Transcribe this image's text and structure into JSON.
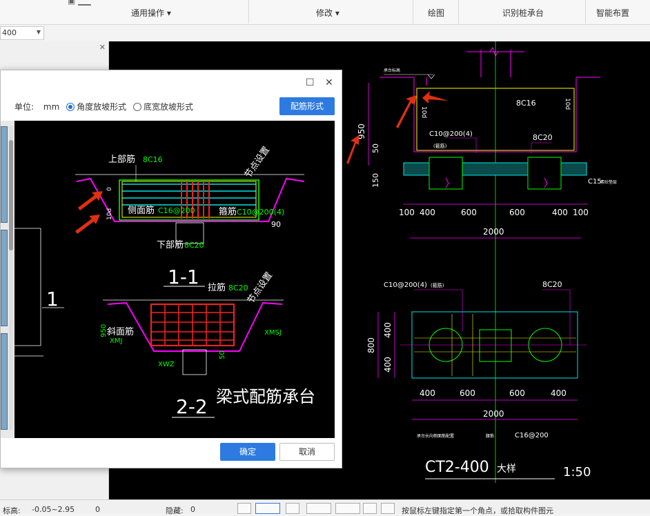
{
  "ribbon": {
    "groups": [
      "通用操作",
      "修改",
      "绘图",
      "识别桩承台",
      "智能布置"
    ]
  },
  "combo": {
    "value": "400"
  },
  "dialog": {
    "unit_label": "单位:",
    "unit_value": "mm",
    "option1": "角度放坡形式",
    "option2": "底宽放坡形式",
    "rebar_button": "配筋形式",
    "ok_button": "确定",
    "cancel_button": "取消",
    "preview": {
      "top_bar": "上部筋",
      "top_bar_val": "8C16",
      "side_bar": "侧面筋",
      "side_bar_val": "C16@200",
      "hoop": "箍筋",
      "hoop_val": "C10@200(4)",
      "bottom_bar": "下部筋",
      "bottom_bar_val": "8C20",
      "section1": "1-1",
      "tie_bar": "拉筋",
      "tie_bar_val": "8C20",
      "slope_bar": "斜面筋",
      "section2": "2-2",
      "node_text": "节点设置",
      "angle": "90",
      "dim_950": "950",
      "xmj": "XMJ",
      "xmsj": "XMSJ",
      "xwz": "XWZ",
      "dim_50": "50",
      "dim_0": "0",
      "dim_10d": "10d",
      "caption": "梁式配筋承台",
      "left_label": "1"
    }
  },
  "cad": {
    "label_950": "950",
    "label_50": "50",
    "label_150": "150",
    "top_8c16": "8C16",
    "stirrup": "C10@200(4)",
    "bottom_8c20": "8C20",
    "c15": "C15",
    "dims": [
      "100",
      "400",
      "600",
      "600",
      "400",
      "100"
    ],
    "total": "2000",
    "plan_stirrup": "C10@200(4)",
    "plan_8c20": "8C20",
    "plan_400a": "400",
    "plan_400b": "400",
    "plan_800": "800",
    "plan_dims": [
      "400",
      "600",
      "600",
      "400"
    ],
    "plan_total": "2000",
    "plan_c16": "C16@200",
    "title": "CT2-400",
    "title_suffix": "大样",
    "scale": "1:50",
    "d10": "10d"
  },
  "status": {
    "elev_label": "标高:",
    "elev_value": "-0.05~2.95",
    "zero": "0",
    "hidden_label": "隐藏:",
    "hidden_value": "0",
    "hint": "按鼠标左键指定第一个角点，或拾取构件图元"
  },
  "colors": {
    "accent": "#2d7be0",
    "cad_bg": "#000000",
    "magenta": "#ff00ff",
    "green": "#00ff00",
    "red": "#ff2020",
    "cyan": "#00e5e5",
    "yellow": "#ffff00"
  }
}
